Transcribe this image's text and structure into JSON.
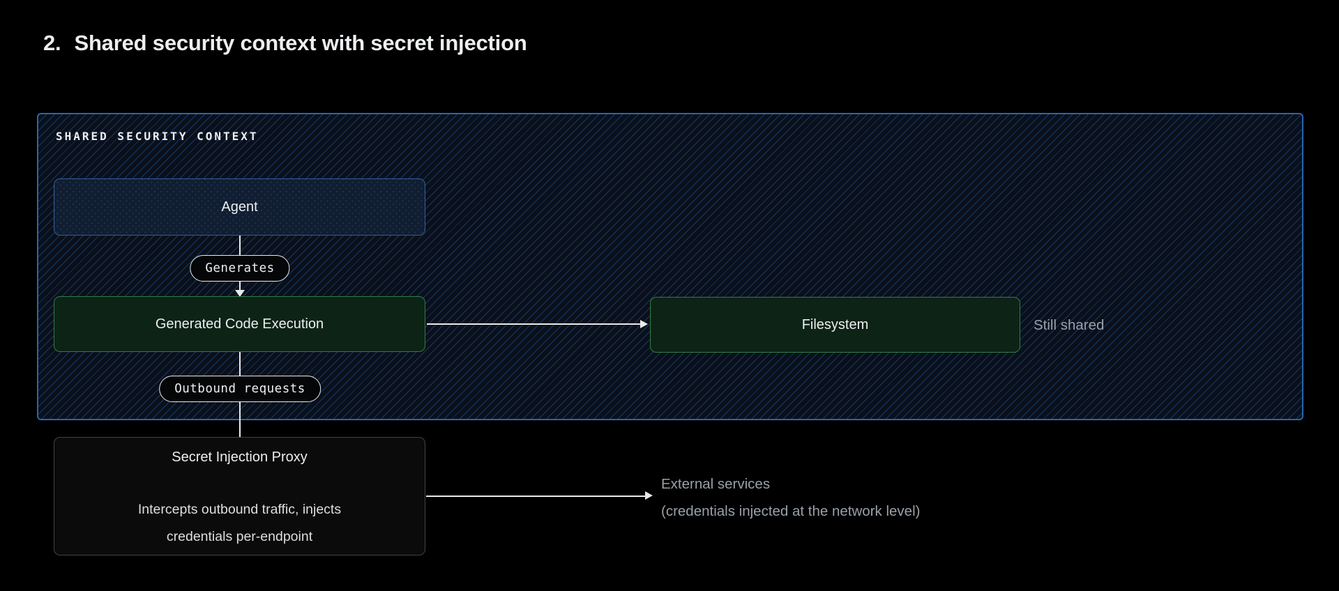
{
  "title": {
    "number": "2.",
    "text": "Shared security context with secret injection"
  },
  "shared_context": {
    "label": "SHARED SECURITY CONTEXT"
  },
  "nodes": {
    "agent": {
      "label": "Agent"
    },
    "generated_code_execution": {
      "label": "Generated Code Execution"
    },
    "filesystem": {
      "label": "Filesystem"
    },
    "secret_injection_proxy": {
      "title": "Secret Injection Proxy",
      "description": "Intercepts outbound traffic, injects credentials per-endpoint"
    }
  },
  "edge_labels": {
    "generates": "Generates",
    "outbound_requests": "Outbound requests"
  },
  "annotations": {
    "still_shared": "Still shared",
    "external_services": "External services",
    "external_services_note": "(credentials injected at the network level)"
  },
  "colors": {
    "canvas_bg": "#000000",
    "context_border": "#2a66ae",
    "context_bg": "#0a101b",
    "hatch_line": "#1d4775",
    "agent_fill": "#111e31",
    "agent_border": "#2f5f9f",
    "exec_fill": "#0d2316",
    "exec_border": "#2f7e46",
    "proxy_fill": "#0b0b0c",
    "proxy_border": "#404348",
    "pill_fill": "#050607",
    "pill_border": "#e9eaec",
    "line_color": "#e9eaec",
    "text_primary": "#eceef0",
    "text_muted": "#99a0a8"
  }
}
